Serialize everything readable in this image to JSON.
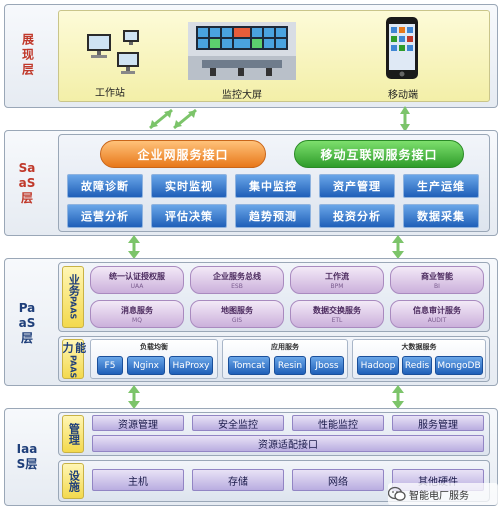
{
  "presentation": {
    "label": "展现层",
    "devices": [
      {
        "label": "工作站",
        "icon": "workstation-icon"
      },
      {
        "label": "监控大屏",
        "icon": "monitor-wall-icon"
      },
      {
        "label": "移动端",
        "icon": "mobile-phone-icon"
      }
    ]
  },
  "saas": {
    "label": "SaaS层",
    "interfaces": [
      "企业网服务接口",
      "移动互联网服务接口"
    ],
    "modules_row1": [
      "故障诊断",
      "实时监视",
      "集中监控",
      "资产管理",
      "生产运维"
    ],
    "modules_row2": [
      "运营分析",
      "评估决策",
      "趋势预测",
      "投资分析",
      "数据采集"
    ]
  },
  "paas": {
    "label": "PaaS层",
    "business": {
      "label_main": "业务",
      "label_sub": "PAAS",
      "services": [
        {
          "name": "统一认证授权服",
          "code": "UAA"
        },
        {
          "name": "企业服务总线",
          "code": "ESB"
        },
        {
          "name": "工作流",
          "code": "BPM"
        },
        {
          "name": "商业智能",
          "code": "BI"
        },
        {
          "name": "消息服务",
          "code": "MQ"
        },
        {
          "name": "地图服务",
          "code": "GIS"
        },
        {
          "name": "数据交换服务",
          "code": "ETL"
        },
        {
          "name": "信息审计服务",
          "code": "AUDIT"
        }
      ]
    },
    "capability": {
      "label_main": "能力",
      "label_sub": "PAAS",
      "groups": [
        {
          "title": "负载均衡",
          "items": [
            "F5",
            "Nginx",
            "HaProxy"
          ]
        },
        {
          "title": "应用服务",
          "items": [
            "Tomcat",
            "Resin",
            "Jboss"
          ]
        },
        {
          "title": "大数据服务",
          "items": [
            "Hadoop",
            "Redis",
            "MongoDB"
          ]
        }
      ]
    }
  },
  "iaas": {
    "label": "IaaS层",
    "management": {
      "label": "管理",
      "items": [
        "资源管理",
        "安全监控",
        "性能监控",
        "服务管理"
      ],
      "adapter": "资源适配接口"
    },
    "facilities": {
      "label": "设施",
      "items": [
        "主机",
        "存储",
        "网络",
        "其他硬件"
      ]
    }
  },
  "watermark": "智能电厂服务"
}
